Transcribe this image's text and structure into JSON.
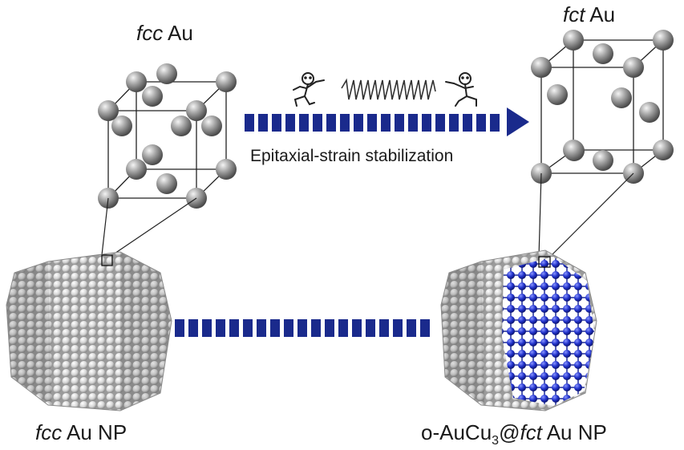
{
  "labels": {
    "fcc_cell": {
      "prefix": "fcc",
      "suffix": " Au"
    },
    "fct_cell": {
      "prefix": "fct",
      "suffix": " Au"
    },
    "process": "Epitaxial-strain stabilization",
    "fcc_np": {
      "prefix": "fcc",
      "suffix": " Au NP"
    },
    "fct_np": {
      "part1": "o-AuCu",
      "sub": "3",
      "part2": "@",
      "italic": "fct",
      "part3": " Au NP"
    }
  },
  "colors": {
    "arrow": "#1a2a8c",
    "au_atom": "#9a9a9a",
    "np_atom": "#e0e0e0",
    "cu_atom": "#2233cc",
    "line": "#222222"
  },
  "icons": [
    "stick-figure-icon",
    "spring-icon",
    "stick-figure-icon"
  ]
}
